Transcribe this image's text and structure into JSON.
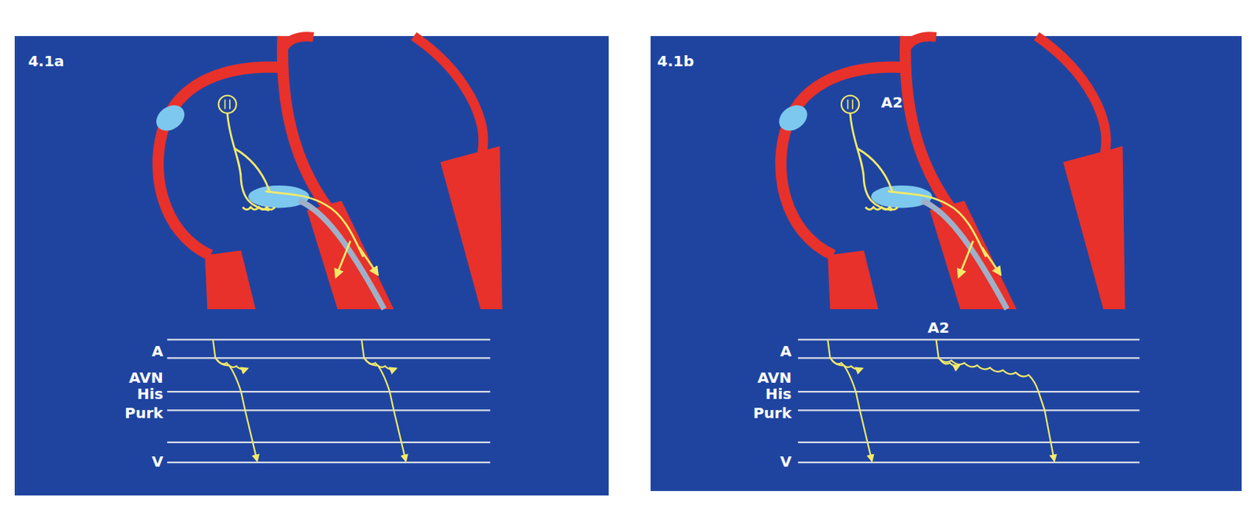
{
  "diagram": {
    "labels": [
      "4.1a",
      "A",
      "AVN",
      "His",
      "Purk",
      "V",
      "4.1b",
      "A2",
      "A2",
      "A",
      "AVN",
      "His",
      "Purk",
      "V"
    ]
  }
}
